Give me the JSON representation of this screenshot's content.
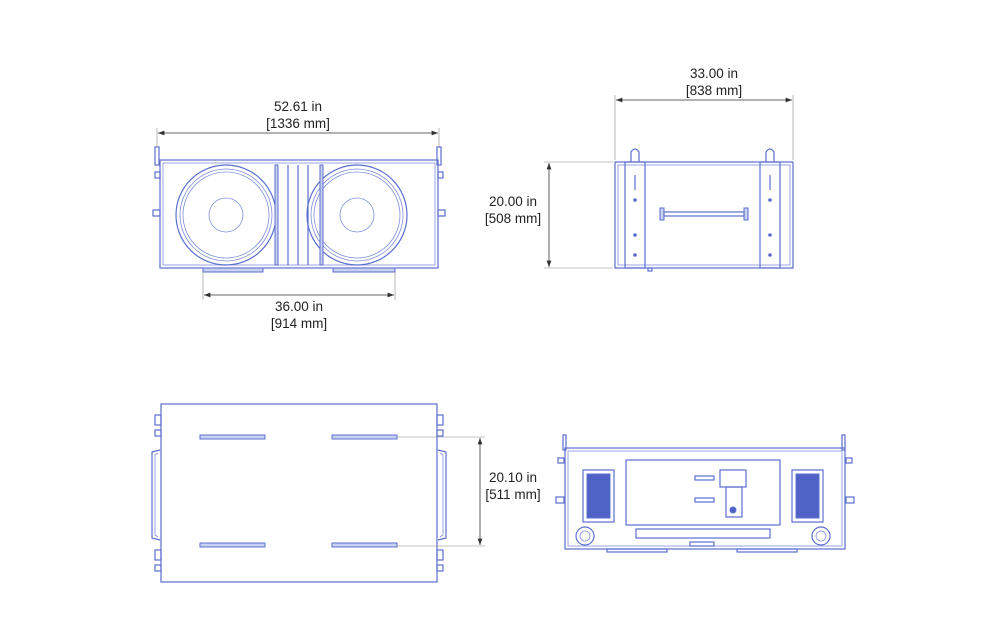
{
  "views": {
    "front": {
      "width": {
        "in": "52.61 in",
        "mm": "[1336 mm]"
      },
      "foot_spacing": {
        "in": "36.00 in",
        "mm": "[914 mm]"
      }
    },
    "side": {
      "depth": {
        "in": "33.00 in",
        "mm": "[838 mm]"
      },
      "height": {
        "in": "20.00 in",
        "mm": "[508 mm]"
      }
    },
    "top": {
      "rigging_spacing": {
        "in": "20.10 in",
        "mm": "[511 mm]"
      }
    },
    "rear": {}
  },
  "colors": {
    "line": "#5c6fd0",
    "dimension": "#333333"
  }
}
